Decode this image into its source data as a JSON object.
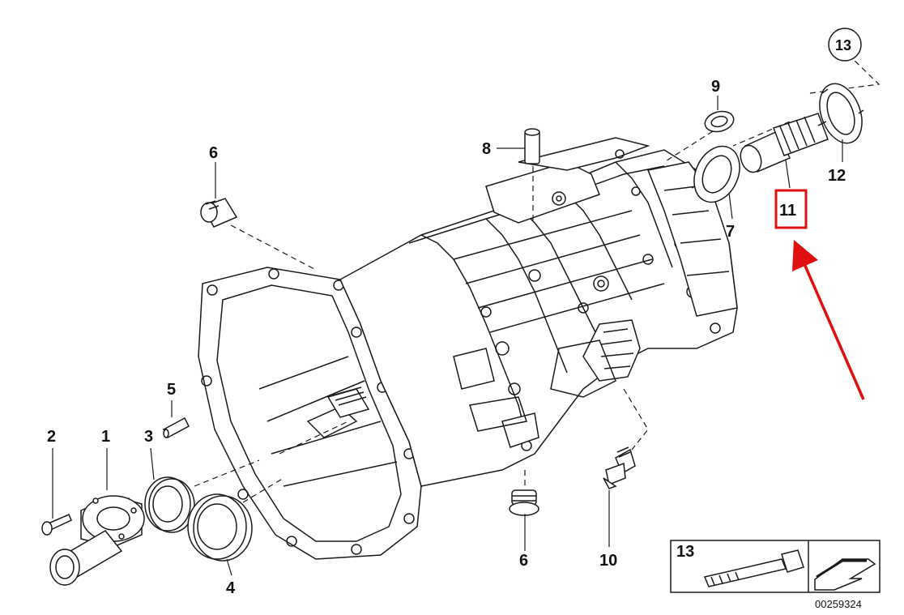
{
  "callouts": {
    "p1": "1",
    "p2": "2",
    "p3": "3",
    "p4": "4",
    "p5": "5",
    "p6a": "6",
    "p6b": "6",
    "p7": "7",
    "p8": "8",
    "p9": "9",
    "p10": "10",
    "p11": "11",
    "p12": "12",
    "p13a": "13",
    "p13b": "13"
  },
  "diagram_id": "00259324",
  "highlight": {
    "part": "11",
    "color": "#e01010"
  },
  "colors": {
    "line": "#1a1a1a",
    "fill": "#ffffff",
    "shade": "#e6e6e6",
    "accent": "#e01010"
  }
}
